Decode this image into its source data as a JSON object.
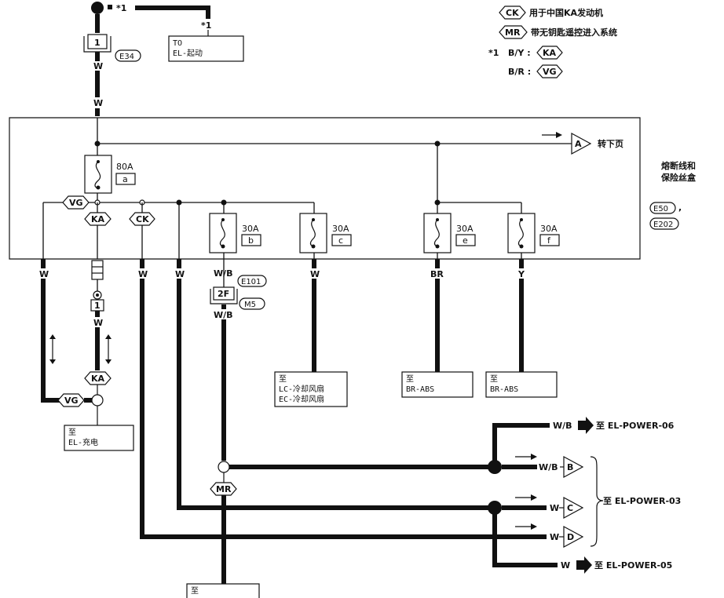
{
  "legend": {
    "ck": "CK",
    "ck_text": "用于中国KA发动机",
    "mr": "MR",
    "mr_text": "带无钥匙遥控进入系统",
    "star": "*1",
    "by": "B/Y :",
    "ka": "KA",
    "br": "B/R :",
    "vg": "VG"
  },
  "top": {
    "star_a": "*1",
    "star_b": "*1",
    "to_box_line1": "TO",
    "to_box_line2": "EL-起动",
    "conn1": "1",
    "e34": "E34",
    "w1": "W",
    "w2": "W"
  },
  "fusebox": {
    "label_line1": "熔断线和",
    "label_line2": "保险丝盒",
    "e50": "E50",
    "e202": "E202",
    "comma": ",",
    "arrow_A": "A",
    "next_page": "转下页",
    "fusible_link": {
      "rating": "80A",
      "id": "a"
    },
    "fuses": [
      {
        "rating": "30A",
        "id": "b"
      },
      {
        "rating": "30A",
        "id": "c"
      },
      {
        "rating": "30A",
        "id": "e"
      },
      {
        "rating": "30A",
        "id": "f"
      }
    ],
    "tag_vg": "VG",
    "tag_ka": "KA",
    "tag_ck": "CK"
  },
  "wires": {
    "w_a": "W",
    "w_b": "W",
    "w_c": "W",
    "wb_top": "W/B",
    "wb_mid": "W/B",
    "w_d": "W",
    "br": "BR",
    "y": "Y",
    "w_e": "W",
    "conn1b": "1",
    "e101": "E101",
    "m5": "M5",
    "conn2f": "2F",
    "ka2": "KA",
    "vg2": "VG",
    "mr": "MR"
  },
  "destinations": {
    "charging_l1": "至",
    "charging_l2": "EL-充电",
    "fan_l1": "至",
    "fan_l2": "LC-冷却风扇",
    "fan_l3": "EC-冷却风扇",
    "abs1_l1": "至",
    "abs1_l2": "BR-ABS",
    "abs2_l1": "至",
    "abs2_l2": "BR-ABS",
    "bottom_l1": "至",
    "power06": "至 EL-POWER-06",
    "power03": "至 EL-POWER-03",
    "power05": "至 EL-POWER-05",
    "wb06": "W/B",
    "wbB": "W/B",
    "wC": "W",
    "wD": "W",
    "w05": "W",
    "B": "B",
    "C": "C",
    "D": "D"
  }
}
